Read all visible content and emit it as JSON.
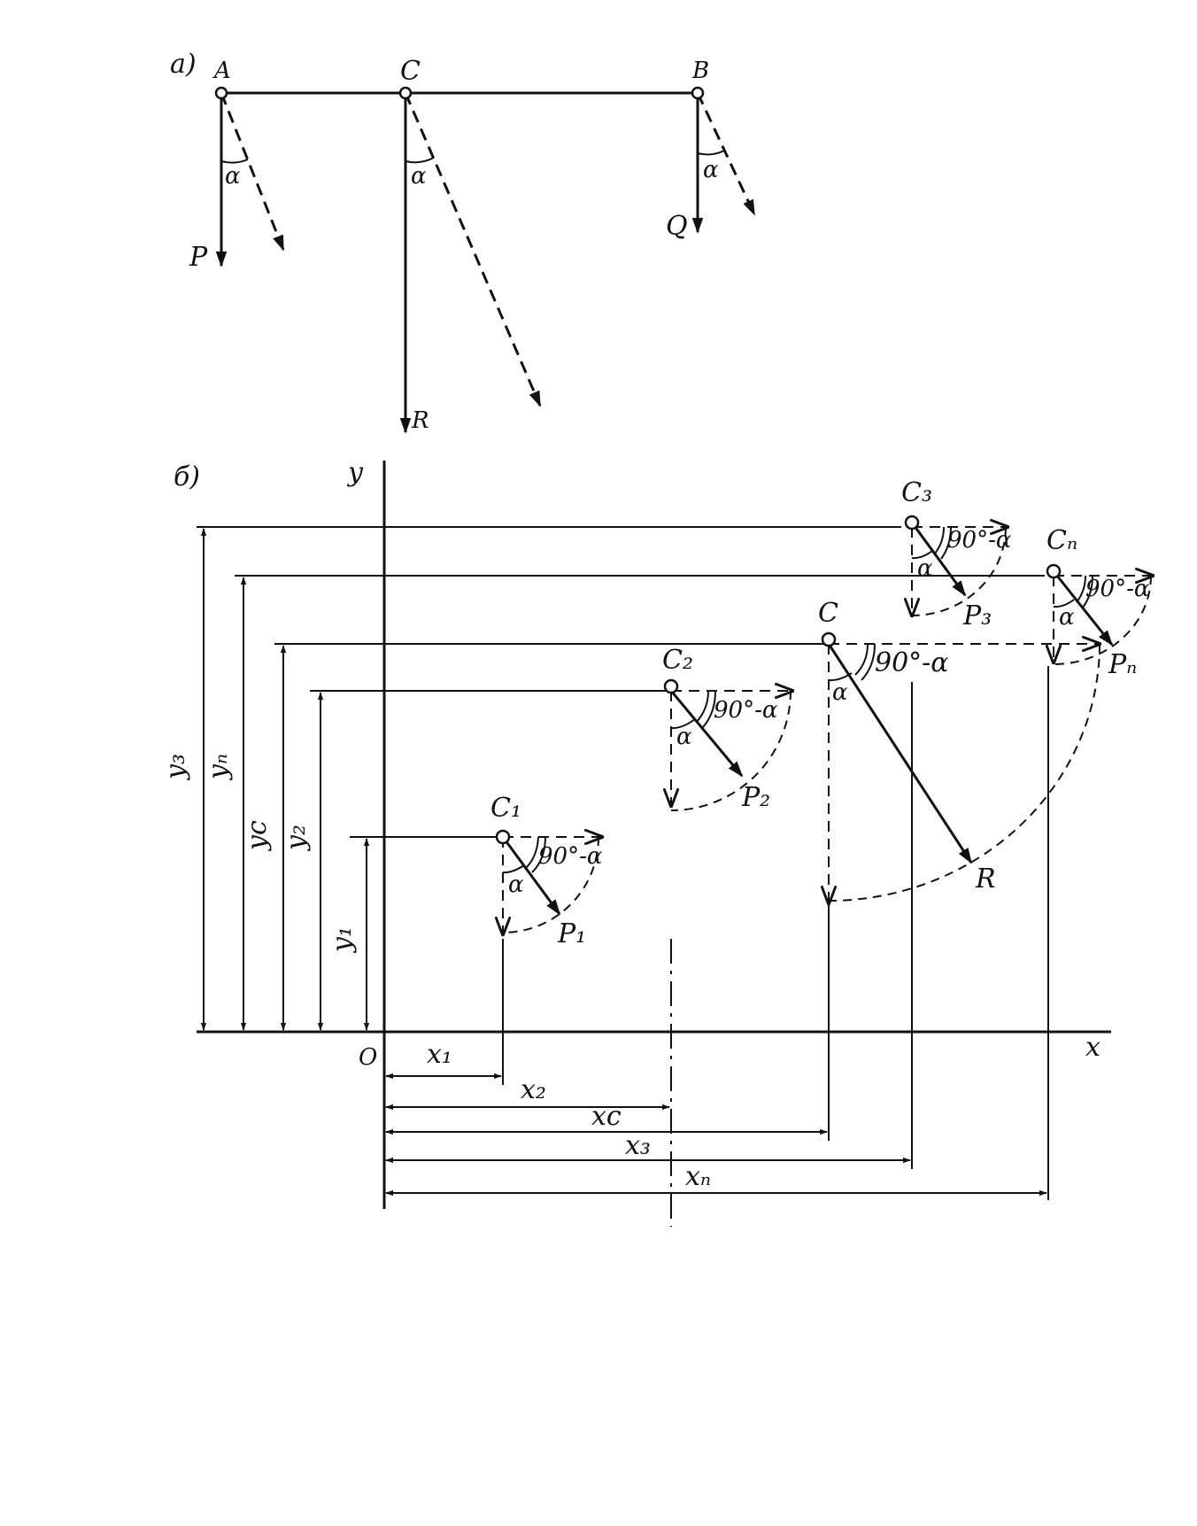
{
  "part_a": {
    "tag": "а)",
    "points": {
      "A": "A",
      "C": "C",
      "B": "B"
    },
    "forces": {
      "P": "P",
      "R": "R",
      "Q": "Q"
    },
    "angle": "α"
  },
  "part_b": {
    "tag": "б)",
    "axes": {
      "x": "x",
      "y": "y",
      "origin": "O"
    },
    "points": {
      "c1": "C₁",
      "c2": "C₂",
      "c": "C",
      "c3": "C₃",
      "cn": "Cₙ"
    },
    "forces": {
      "p1": "P₁",
      "p2": "P₂",
      "r": "R",
      "p3": "P₃",
      "pn": "Pₙ"
    },
    "angle_alpha": "α",
    "angle_complement": "90°-α",
    "y_dims": {
      "y1": "y₁",
      "y2": "y₂",
      "yc": "yc",
      "yn": "yₙ",
      "y3": "y₃"
    },
    "x_dims": {
      "x1": "x₁",
      "x2": "x₂",
      "xc": "xc",
      "x3": "x₃",
      "xn": "xₙ"
    }
  }
}
